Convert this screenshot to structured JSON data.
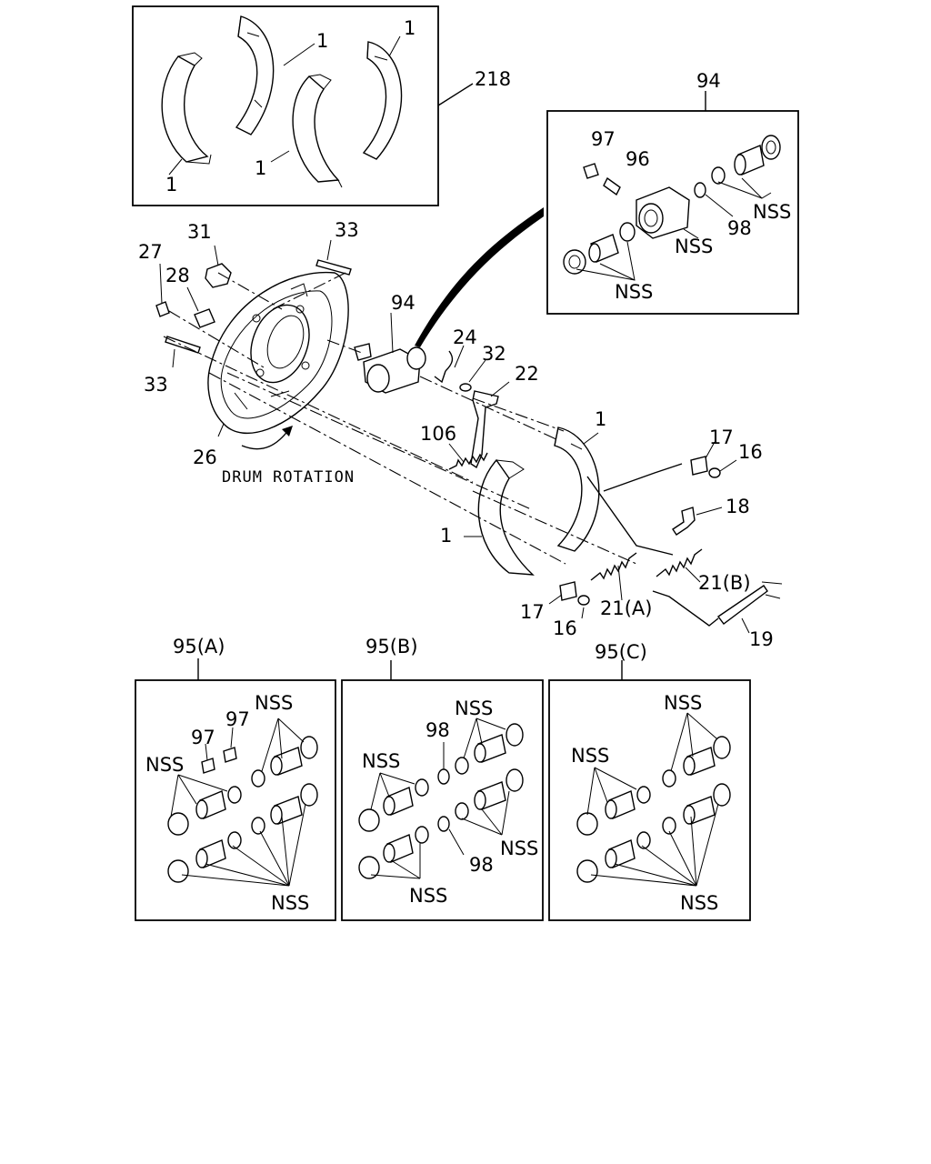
{
  "labels": {
    "kit_218": "218",
    "shoe_1": "1",
    "wheel_cylinder_94": "94",
    "part_97": "97",
    "part_96": "96",
    "part_98": "98",
    "nss": "NSS",
    "part_31": "31",
    "part_33": "33",
    "part_27": "27",
    "part_28": "28",
    "part_24": "24",
    "part_32": "32",
    "part_22": "22",
    "part_106": "106",
    "part_26": "26",
    "drum_rotation": "DRUM ROTATION",
    "part_17": "17",
    "part_16": "16",
    "part_18": "18",
    "part_21b": "21(B)",
    "part_21a": "21(A)",
    "part_19": "19",
    "kit_95a": "95(A)",
    "kit_95b": "95(B)",
    "kit_95c": "95(C)"
  }
}
